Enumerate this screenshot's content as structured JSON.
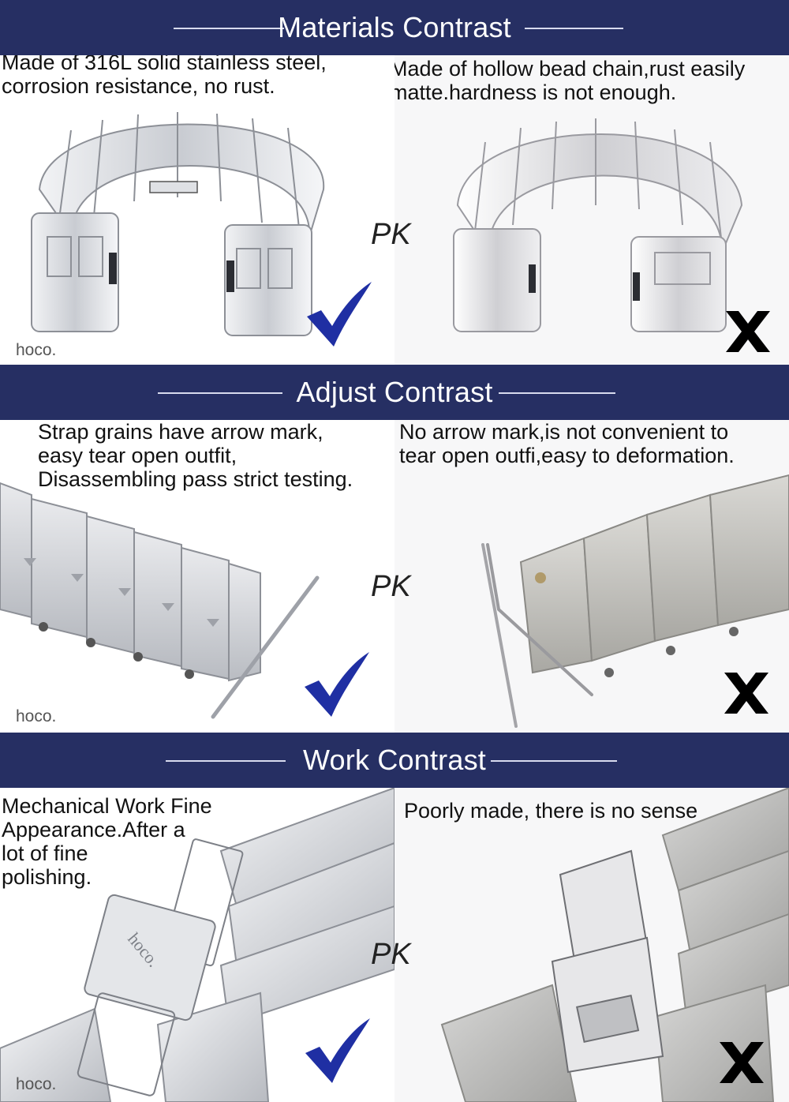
{
  "sections": [
    {
      "title": "Materials Contrast",
      "left_text": "Made of 316L solid stainless steel,\ncorrosion resistance,  no rust.",
      "right_text": "Made of hollow bead chain,rust easily\nmatte.hardness is not enough.",
      "left_icon": "checkmark-icon",
      "right_icon": "cross-icon"
    },
    {
      "title": "Adjust Contrast",
      "left_text": "Strap grains have arrow mark,\n easy tear open outfit,\nDisassembling pass strict testing.",
      "right_text": "No arrow mark,is not convenient to\n tear open outfi,easy to deformation.",
      "left_icon": "checkmark-icon",
      "right_icon": "cross-icon"
    },
    {
      "title": "Work Contrast",
      "left_text": "Mechanical Work Fine\nAppearance.After a\nlot of fine\npolishing.",
      "right_text": "Poorly made, there is no sense",
      "left_icon": "checkmark-icon",
      "right_icon": "cross-icon"
    }
  ],
  "pk_label": "PK",
  "brand_label": "hoco.",
  "colors": {
    "banner": "#262f63",
    "check": "#1f2fa3",
    "cross": "#000000",
    "steel_light": "#e8e9ec",
    "steel_dark": "#8d9097"
  }
}
